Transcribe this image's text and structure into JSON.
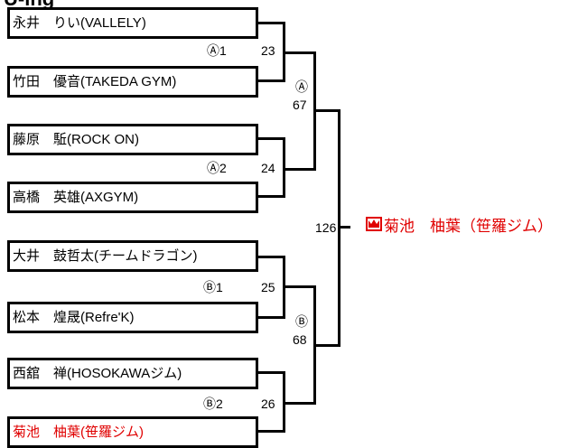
{
  "title": "U-ing",
  "players": [
    {
      "name": "永井　りい(VALLELY)",
      "color": "#000000"
    },
    {
      "name": "竹田　優音(TAKEDA GYM)",
      "color": "#000000"
    },
    {
      "name": "藤原　駈(ROCK ON)",
      "color": "#000000"
    },
    {
      "name": "高橋　英雄(AXGYM)",
      "color": "#000000"
    },
    {
      "name": "大井　鼓哲太(チームドラゴン)",
      "color": "#000000"
    },
    {
      "name": "松本　煌晟(Refre'K)",
      "color": "#000000"
    },
    {
      "name": "西舘　禅(HOSOKAWAジム)",
      "color": "#000000"
    },
    {
      "name": "菊池　柚葉(笹羅ジム)",
      "color": "#e00000"
    }
  ],
  "matches": {
    "a1": {
      "label": "Ⓐ1",
      "number": "23"
    },
    "a2": {
      "label": "Ⓐ2",
      "number": "24"
    },
    "b1": {
      "label": "Ⓑ1",
      "number": "25"
    },
    "b2": {
      "label": "Ⓑ2",
      "number": "26"
    },
    "a_semi": {
      "label": "Ⓐ",
      "number": "67"
    },
    "b_semi": {
      "label": "Ⓑ",
      "number": "68"
    },
    "final": {
      "number": "126"
    }
  },
  "winner": {
    "icon": "crown-icon",
    "name": "菊池　柚葉（笹羅ジム）",
    "color": "#e00000"
  }
}
